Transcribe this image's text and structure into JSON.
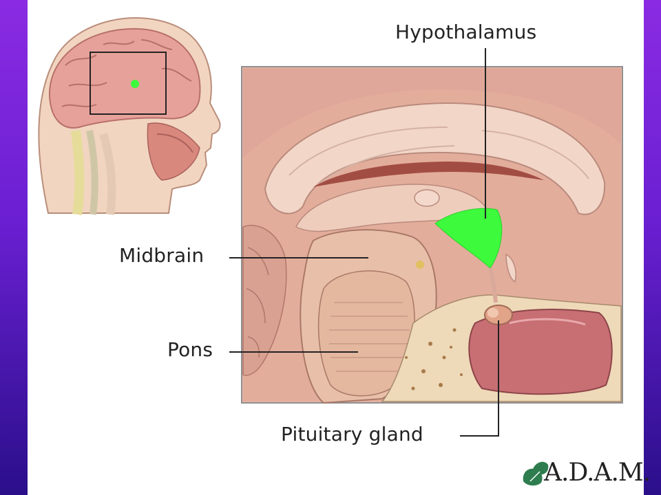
{
  "labels": {
    "hypothalamus": "Hypothalamus",
    "midbrain": "Midbrain",
    "pons": "Pons",
    "pituitary": "Pituitary gland"
  },
  "brand": "A.D.A.M.",
  "colors": {
    "frame_top": "#8a2be2",
    "frame_bottom": "#2a0f8a",
    "highlight": "#3dfa3d",
    "tissue": "#e6b6a2",
    "deep_tissue": "#c9867a"
  }
}
